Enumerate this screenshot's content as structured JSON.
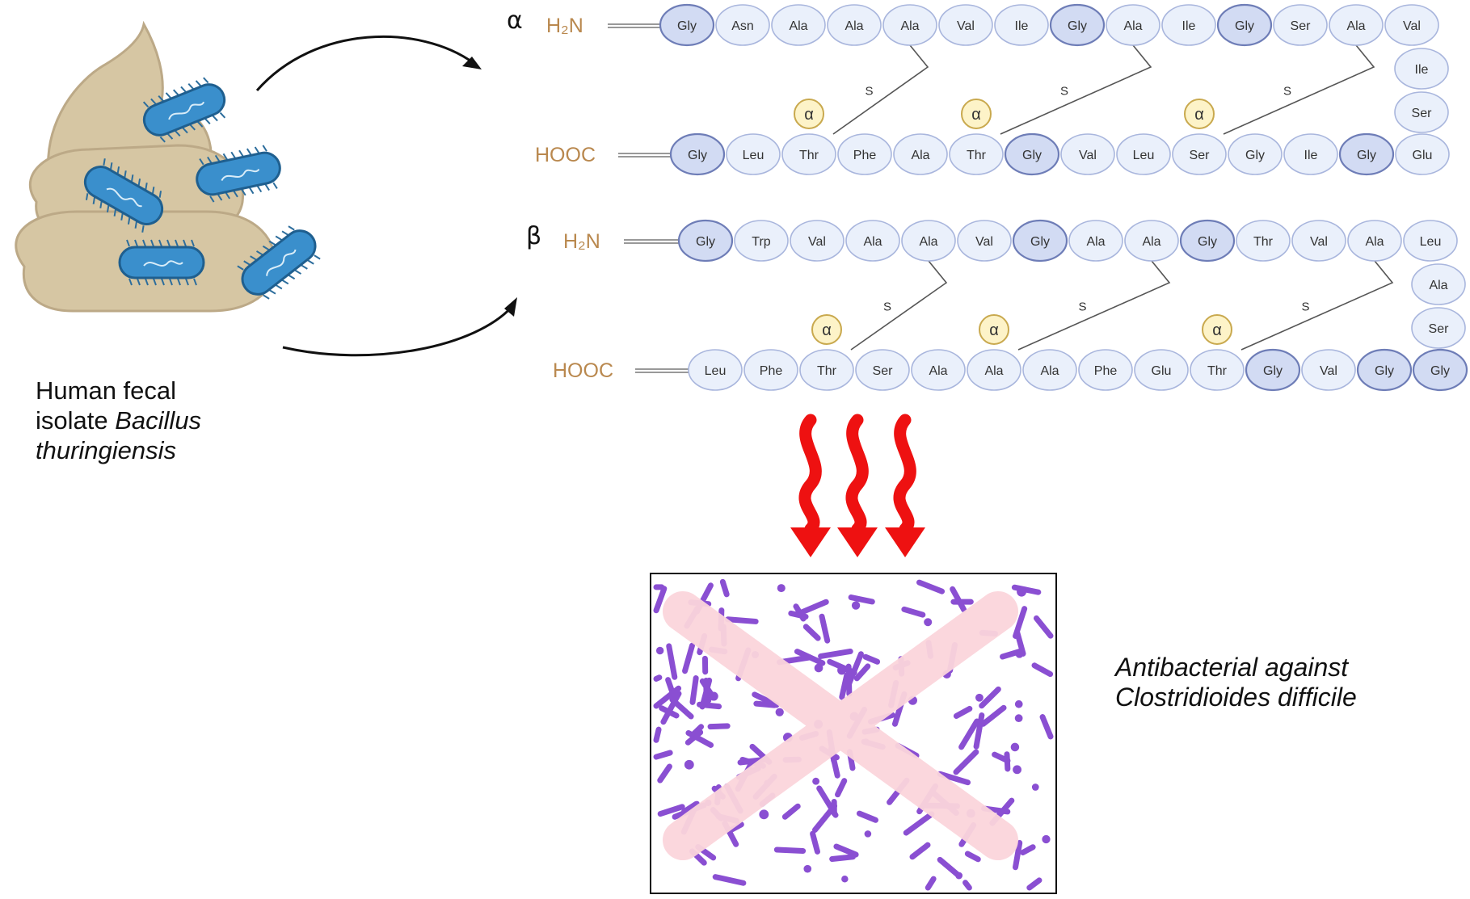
{
  "source": {
    "line1": "Human fecal",
    "line2_plain": "isolate ",
    "line2_italic": "Bacillus",
    "line3_italic": "thuringiensis"
  },
  "chains": {
    "alpha": {
      "greek": "α",
      "n_terminus": "H₂N",
      "c_terminus": "HOOC",
      "top_residues": [
        "Gly",
        "Asn",
        "Ala",
        "Ala",
        "Ala",
        "Val",
        "Ile",
        "Gly",
        "Ala",
        "Ile",
        "Gly",
        "Ser",
        "Ala",
        "Val"
      ],
      "side_residues": [
        "Ile",
        "Ser"
      ],
      "bottom_residues": [
        "Gly",
        "Leu",
        "Thr",
        "Phe",
        "Ala",
        "Thr",
        "Gly",
        "Val",
        "Leu",
        "Ser",
        "Gly",
        "Ile",
        "Gly",
        "Glu"
      ],
      "highlighted_top": [
        0,
        7,
        10
      ],
      "highlighted_bottom": [
        0,
        6,
        12
      ],
      "bridge_label": "S",
      "modification_label": "α",
      "bridges": [
        {
          "top_index": 4,
          "bottom_index": 2
        },
        {
          "top_index": 8,
          "bottom_index": 5
        },
        {
          "top_index": 12,
          "bottom_index": 9
        }
      ]
    },
    "beta": {
      "greek": "β",
      "n_terminus": "H₂N",
      "c_terminus": "HOOC",
      "top_residues": [
        "Gly",
        "Trp",
        "Val",
        "Ala",
        "Ala",
        "Val",
        "Gly",
        "Ala",
        "Ala",
        "Gly",
        "Thr",
        "Val",
        "Ala",
        "Leu"
      ],
      "side_residues": [
        "Ala",
        "Ser"
      ],
      "bottom_residues": [
        "Leu",
        "Phe",
        "Thr",
        "Ser",
        "Ala",
        "Ala",
        "Ala",
        "Phe",
        "Glu",
        "Thr",
        "Gly",
        "Val",
        "Gly",
        "Gly"
      ],
      "highlighted_top": [
        0,
        6,
        9
      ],
      "highlighted_bottom": [
        10,
        12,
        13
      ],
      "bridge_label": "S",
      "modification_label": "α",
      "bridges": [
        {
          "top_index": 4,
          "bottom_index": 2
        },
        {
          "top_index": 8,
          "bottom_index": 5
        },
        {
          "top_index": 12,
          "bottom_index": 9
        }
      ]
    }
  },
  "effect": {
    "line1": "Antibacterial against",
    "line2": "Clostridioides difficile"
  },
  "colors": {
    "residue_fill": "#eaf0fb",
    "residue_fill_highlight": "#d2dbf3",
    "residue_stroke": "#a9b6dd",
    "residue_stroke_highlight": "#6e7db7",
    "terminus_text": "#b9884e",
    "modification_fill": "#fdf3c8",
    "modification_stroke": "#c9a94e",
    "heat_arrow": "#ee1111",
    "cross": "#fbd5dc",
    "bacteria_purple": "#8a4fd2",
    "feces_fill": "#d6c6a3",
    "feces_stroke": "#bca987",
    "bacillus_blue": "#3a8fcc"
  }
}
